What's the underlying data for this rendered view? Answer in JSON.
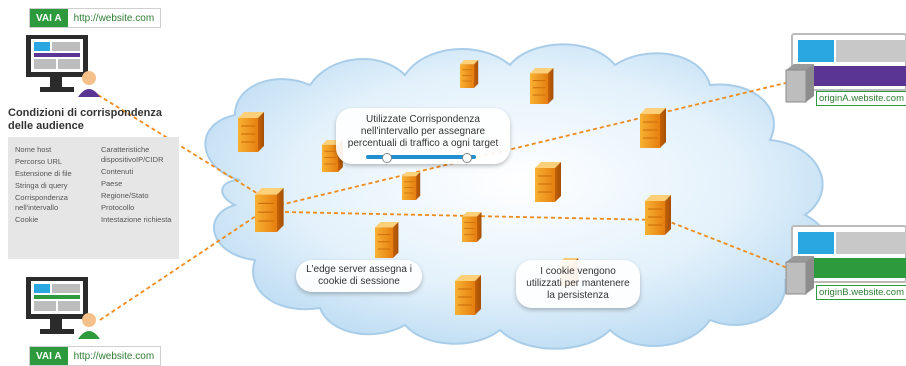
{
  "top_link": {
    "tag": "VAI A",
    "url": "http://website.com"
  },
  "bottom_link": {
    "tag": "VAI A",
    "url": "http://website.com"
  },
  "conditions": {
    "title": "Condizioni di corrispondenza delle audience",
    "left_items": [
      "Nome host",
      "Percorso URL",
      "Estensione di file",
      "Stringa di query",
      "Corrispondenza nell'intervallo",
      "Cookie"
    ],
    "right_items": [
      "Caratteristiche dispositivoIP/CIDR",
      "Contenuti",
      "Paese",
      "Regione/Stato",
      "Protocollo",
      "Intestazione richiesta"
    ]
  },
  "bubbles": {
    "range": "Utilizzate Corrispondenza nell'intervallo per assegnare percentuali di traffico a ogni target",
    "edge": "L'edge server assegna i cookie di sessione",
    "cookies": "I cookie vengono utilizzati per mantenere la persistenza"
  },
  "origins": {
    "a": "originA.website.com",
    "b": "originB.website.com"
  },
  "colors": {
    "green": "#2e9a3e",
    "purple": "#5b3593",
    "orange": "#f08a1c",
    "cloud": "#cfe6f7",
    "blue": "#2aa6e0"
  }
}
